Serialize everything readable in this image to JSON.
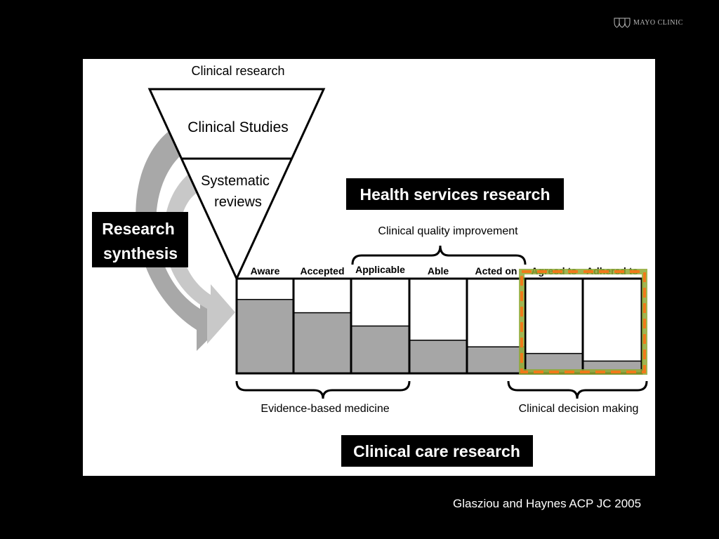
{
  "logo": {
    "text": "MAYO CLINIC",
    "icon": "mayo-shields-icon"
  },
  "diagram": {
    "funnel_title": "Clinical research",
    "funnel_levels": [
      "Clinical Studies",
      "Systematic",
      "reviews"
    ],
    "research_synthesis": [
      "Research",
      "synthesis"
    ],
    "health_services_research": "Health services research",
    "clinical_quality_improvement": "Clinical quality improvement",
    "stages": [
      {
        "label": "Aware",
        "fill_fraction": 0.78
      },
      {
        "label": "Accepted",
        "fill_fraction": 0.64
      },
      {
        "label": "Applicable",
        "fill_fraction": 0.5
      },
      {
        "label": "Able",
        "fill_fraction": 0.35
      },
      {
        "label": "Acted on",
        "fill_fraction": 0.28
      },
      {
        "label": "Agreed to",
        "fill_fraction": 0.21
      },
      {
        "label": "Adhered to",
        "fill_fraction": 0.13
      }
    ],
    "highlighted_stages": [
      "Agreed to",
      "Adhered to"
    ],
    "evidence_based_medicine": "Evidence-based medicine",
    "clinical_decision_making": "Clinical decision making",
    "clinical_care_research": "Clinical care research",
    "colors": {
      "bar_fill": "#a6a6a6",
      "highlight_outer": "#8fa832",
      "highlight_dash": "#f07a1a",
      "arrow": "#b0b0b0"
    }
  },
  "citation": "Glasziou and Haynes ACP JC 2005"
}
